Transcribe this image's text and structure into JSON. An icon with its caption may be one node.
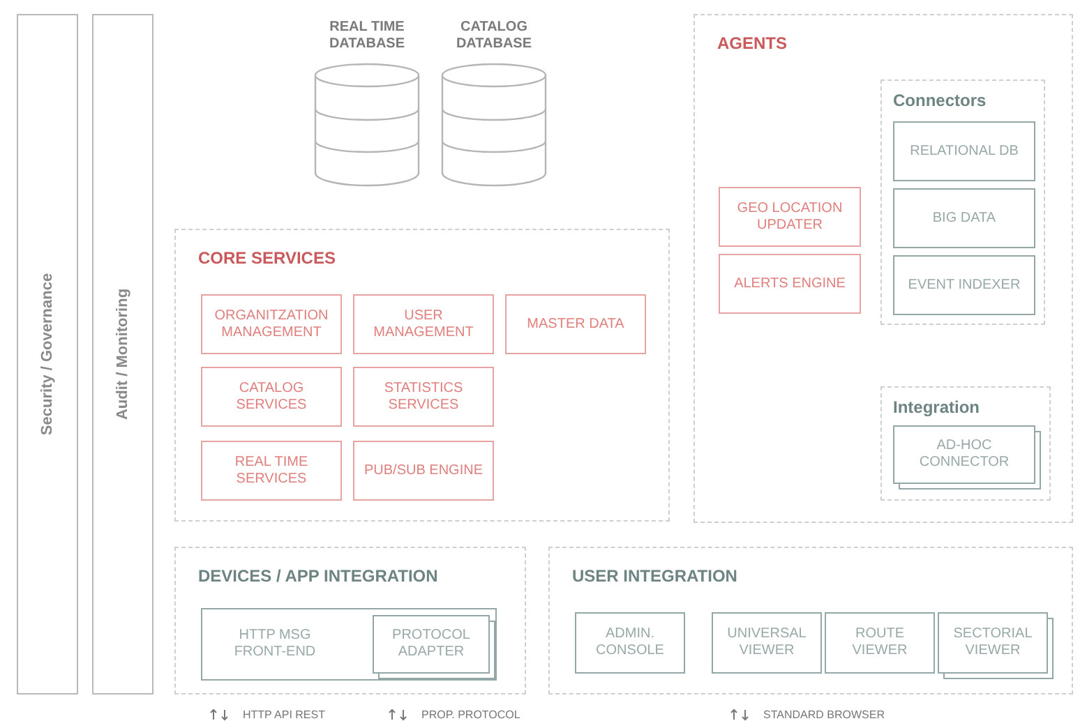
{
  "diagram": {
    "nodes": [
      {
        "text": [
          "Security / Governance"
        ]
      },
      {
        "text": [
          "Audit / Monitoring"
        ]
      },
      {
        "text": [
          "REAL TIME DATABASE"
        ]
      },
      {
        "text": [
          "CATALOG DATABASE"
        ]
      },
      {
        "text": [
          "AGENTS"
        ]
      },
      {
        "text": [
          "GEO LOCATION UPDATER"
        ],
        "in": 4
      },
      {
        "text": [
          "ALERTS ENGINE"
        ],
        "in": 4
      },
      {
        "text": [
          "Connectors"
        ],
        "in": 4
      },
      {
        "text": [
          "RELATIONAL DB"
        ],
        "in": 7
      },
      {
        "text": [
          "BIG DATA"
        ],
        "in": 7
      },
      {
        "text": [
          "EVENT INDEXER"
        ],
        "in": 7
      },
      {
        "text": [
          "Integration"
        ],
        "in": 4
      },
      {
        "text": [
          "AD-HOC CONNECTOR"
        ],
        "in": 11
      },
      {
        "text": [
          "CORE SERVICES"
        ]
      },
      {
        "text": [
          "ORGANITZATION MANAGEMENT"
        ],
        "in": 13
      },
      {
        "text": [
          "USER MANAGEMENT"
        ],
        "in": 13
      },
      {
        "text": [
          "MASTER DATA"
        ],
        "in": 13
      },
      {
        "text": [
          "CATALOG SERVICES"
        ],
        "in": 13
      },
      {
        "text": [
          "STATISTICS SERVICES"
        ],
        "in": 13
      },
      {
        "text": [
          "REAL TIME SERVICES"
        ],
        "in": 13
      },
      {
        "text": [
          "PUB/SUB ENGINE"
        ],
        "in": 13
      },
      {
        "text": [
          "DEVICES / APP INTEGRATION"
        ]
      },
      {
        "text": [
          "HTTP MSG FRONT-END"
        ],
        "in": 21
      },
      {
        "text": [
          "PROTOCOL ADAPTER"
        ],
        "in": 22
      },
      {
        "text": [
          "USER INTEGRATION"
        ]
      },
      {
        "text": [
          "ADMIN. CONSOLE"
        ],
        "in": 24
      },
      {
        "text": [
          "UNIVERSAL VIEWER"
        ],
        "in": 24
      },
      {
        "text": [
          "ROUTE VIEWER"
        ],
        "in": 24
      },
      {
        "text": [
          "SECTORIAL VIEWER"
        ],
        "in": 24
      }
    ],
    "labels": [
      "HTTP API REST",
      "PROP. PROTOCOL",
      "STANDARD BROWSER"
    ]
  }
}
